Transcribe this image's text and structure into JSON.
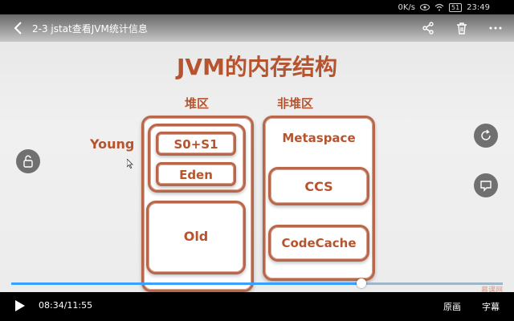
{
  "status": {
    "net_speed": "0K/s",
    "battery": "51",
    "clock": "23:49"
  },
  "player": {
    "title": "2-3 jstat查看JVM统计信息",
    "current_time": "08:34",
    "total_time": "11:55",
    "progress": 0.713,
    "original_label": "原画",
    "subtitle_label": "字幕"
  },
  "slide": {
    "title": "JVM的内存结构",
    "heap_heading": "堆区",
    "nonheap_heading": "非堆区",
    "young_label": "Young",
    "s0s1": "S0+S1",
    "eden": "Eden",
    "old": "Old",
    "metaspace": "Metaspace",
    "ccs": "CCS",
    "codecache": "CodeCache",
    "watermark": "慕课网"
  },
  "colors": {
    "accent": "#b5542e",
    "box_border": "#b8674a",
    "progress": "#3aa0ff"
  }
}
